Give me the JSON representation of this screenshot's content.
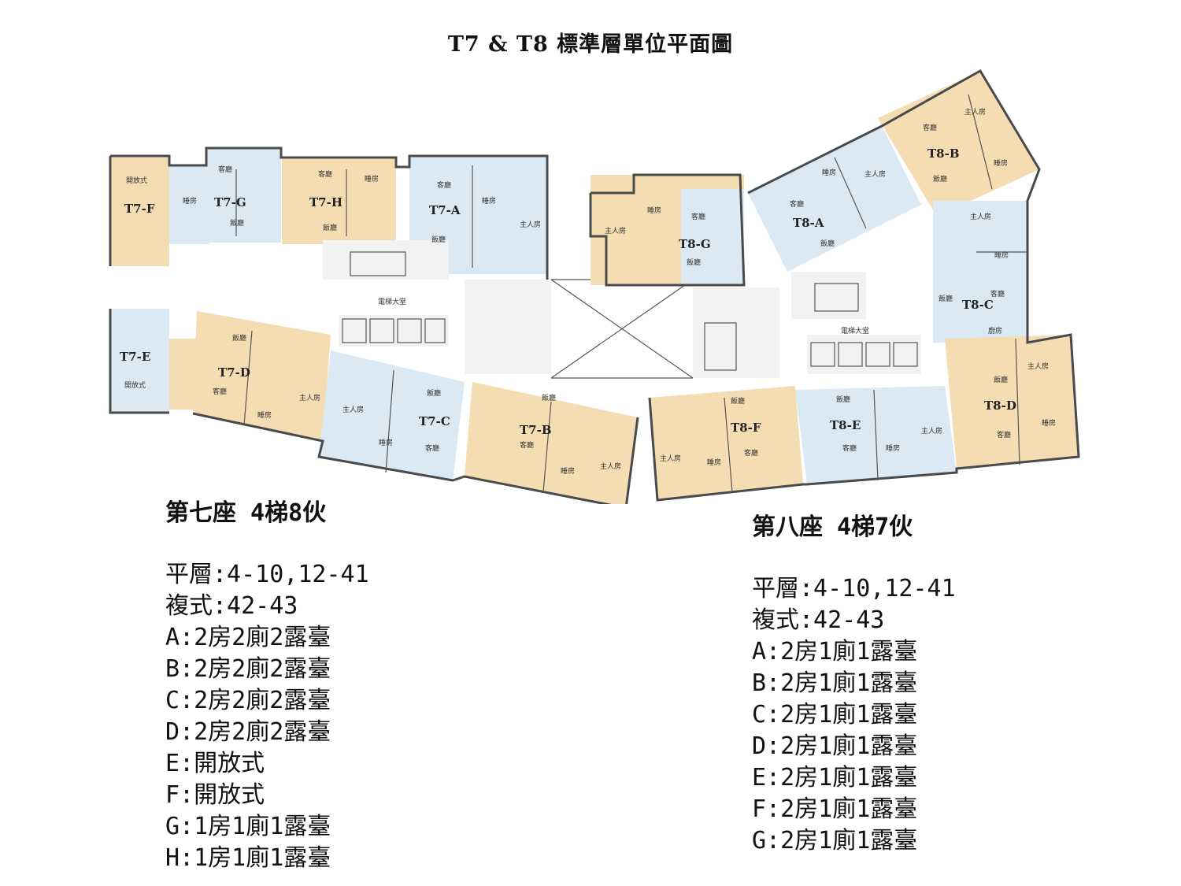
{
  "title": "T7 & T8 標準層單位平面圖",
  "plan": {
    "lobby_label": "電梯大堂",
    "units": {
      "t7f": "T7-F",
      "t7g": "T7-G",
      "t7h": "T7-H",
      "t7a": "T7-A",
      "t7e": "T7-E",
      "t7d": "T7-D",
      "t7c": "T7-C",
      "t7b": "T7-B",
      "t8g": "T8-G",
      "t8a": "T8-A",
      "t8b": "T8-B",
      "t8c": "T8-C",
      "t8f": "T8-F",
      "t8e": "T8-E",
      "t8d": "T8-D"
    },
    "rooms": {
      "open": "開放式",
      "bedroom": "睡房",
      "master": "主人房",
      "living": "客廳",
      "dining": "飯廳",
      "kitchen": "廚房"
    }
  },
  "tower7": {
    "header": "第七座 4梯8伙",
    "lines": [
      "平層:4-10,12-41",
      "複式:42-43",
      "A:2房2廁2露臺",
      "B:2房2廁2露臺",
      "C:2房2廁2露臺",
      "D:2房2廁2露臺",
      "E:開放式",
      "F:開放式",
      "G:1房1廁1露臺",
      "H:1房1廁1露臺"
    ]
  },
  "tower8": {
    "header": "第八座 4梯7伙",
    "lines": [
      "平層:4-10,12-41",
      "複式:42-43",
      "A:2房1廁1露臺",
      "B:2房1廁1露臺",
      "C:2房1廁1露臺",
      "D:2房1廁1露臺",
      "E:2房1廁1露臺",
      "F:2房1廁1露臺",
      "G:2房1廁1露臺"
    ]
  },
  "colors": {
    "unit_blue": "#dbe9f4",
    "unit_peach": "#f5ddb3",
    "wall": "#4a4a4a"
  }
}
